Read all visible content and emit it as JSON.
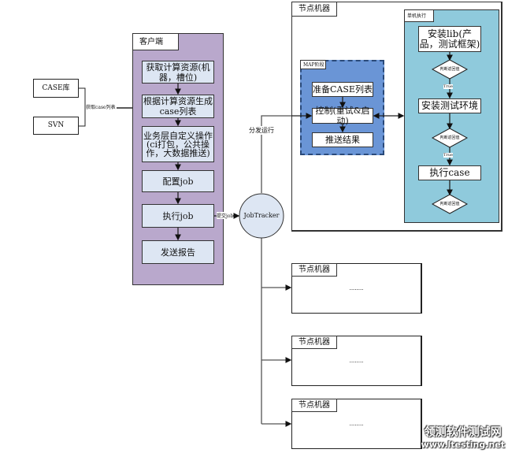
{
  "sources": {
    "case_repo": "CASE库",
    "svn": "SVN",
    "fetch_label": "获取case列表"
  },
  "client": {
    "title": "客户端",
    "steps": [
      "获取计算资源(机器，槽位)",
      "根据计算资源生成case列表",
      "业务层自定义操作(ci打包，公共操作，大数据推送)",
      "配置job",
      "执行job",
      "发送报告"
    ],
    "submit_label": "提交job",
    "color": "#b9a8cc"
  },
  "jobtracker": {
    "label": "JobTracker",
    "dispatch_label": "分发运行"
  },
  "node": {
    "title": "节点机器",
    "map": {
      "title": "MAP阶段",
      "steps": [
        "准备CASE列表",
        "控制(重试&启动)",
        "推送结果"
      ],
      "color": "#6a95d6"
    },
    "single": {
      "title": "单机执行",
      "steps": [
        "安装lib(产品，测试框架)",
        "安装测试环境",
        "执行case"
      ],
      "decision": "判断返回值",
      "true_label": "True",
      "color": "#8fcadc"
    }
  },
  "other_nodes": [
    {
      "title": "节点机器",
      "content": "........"
    },
    {
      "title": "节点机器",
      "content": "........"
    },
    {
      "title": "节点机器",
      "content": "........"
    }
  ],
  "watermark": {
    "line1": "领测软件测试网",
    "line2": "www.ltesting.net"
  }
}
